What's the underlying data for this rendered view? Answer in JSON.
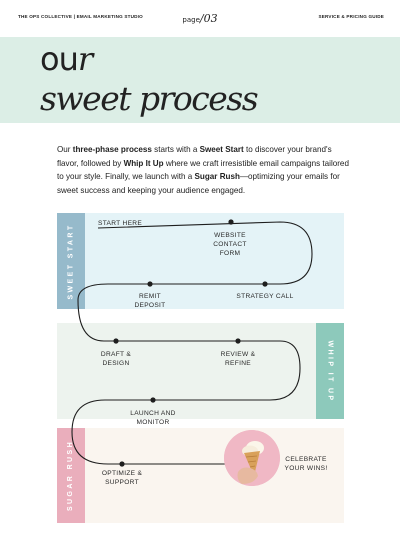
{
  "header": {
    "left": "THE OPS COLLECTIVE | EMAIL MARKETING STUDIO",
    "page_label": "page",
    "page_number": "/03",
    "right": "SERVICE & PRICING GUIDE"
  },
  "title": {
    "word_our_prefix": "ou",
    "word_our_suffix": "r",
    "line2": "sweet process"
  },
  "intro": {
    "p1": "Our ",
    "b1": "three-phase process",
    "p2": " starts with a ",
    "b2": "Sweet Start",
    "p3": " to discover your brand's flavor, followed by ",
    "b3": "Whip It Up",
    "p4": " where we craft irresistible email campaigns tailored to your style. Finally, we launch with a ",
    "b4": "Sugar Rush",
    "p5": "—optimizing your emails for sweet success and keeping your audience engaged."
  },
  "phases": {
    "sweet_start": "SWEET START",
    "whip_it_up": "WHIP IT UP",
    "sugar_rush": "SUGAR RUSH"
  },
  "steps": {
    "start_here": "START HERE",
    "website_contact_form_1": "WEBSITE",
    "website_contact_form_2": "CONTACT",
    "website_contact_form_3": "FORM",
    "remit_deposit_1": "REMIT",
    "remit_deposit_2": "DEPOSIT",
    "strategy_call": "STRATEGY CALL",
    "draft_design_1": "DRAFT &",
    "draft_design_2": "DESIGN",
    "review_refine_1": "REVIEW &",
    "review_refine_2": "REFINE",
    "launch_monitor_1": "LAUNCH AND",
    "launch_monitor_2": "MONITOR",
    "optimize_support_1": "OPTIMIZE &",
    "optimize_support_2": "SUPPORT",
    "celebrate_1": "CELEBRATE",
    "celebrate_2": "YOUR WINS!"
  },
  "colors": {
    "sweet_start": "#96bacb",
    "whip_it_up": "#8dc9bb",
    "sugar_rush": "#eaaebc",
    "banner": "#dceee6"
  },
  "icons": {
    "celebrate": "ice-cream-cone-icon"
  }
}
